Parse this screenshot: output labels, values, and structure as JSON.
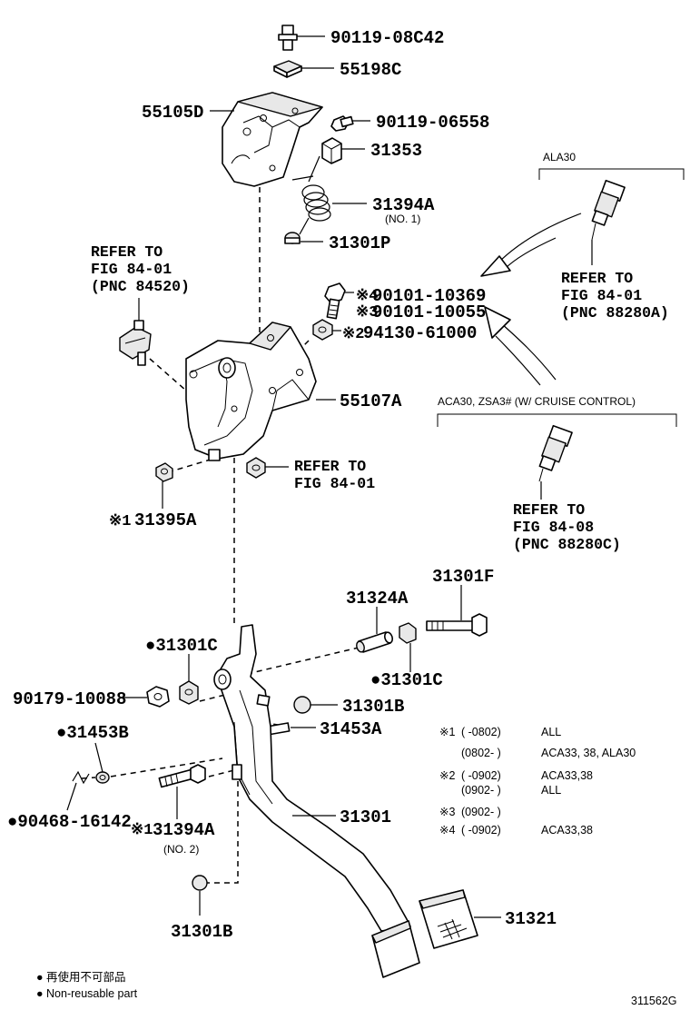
{
  "parts": {
    "p_90119_08c42": "90119-08C42",
    "p_55198c": "55198C",
    "p_55105d": "55105D",
    "p_90119_06558": "90119-06558",
    "p_31353": "31353",
    "p_31394a_top": "31394A",
    "p_31394a_top_sub": "(NO. 1)",
    "p_31301p": "31301P",
    "p_90101_10369": "90101-10369",
    "p_90101_10369_mark": "※4",
    "p_90101_10055": "90101-10055",
    "p_90101_10055_mark": "※3",
    "p_94130_61000": "94130-61000",
    "p_94130_61000_mark": "※2",
    "p_55107a": "55107A",
    "p_31395a": "31395A",
    "p_31395a_mark": "※1",
    "p_31301f": "31301F",
    "p_31324a": "31324A",
    "p_31301c_left": "●31301C",
    "p_31301c_right": "●31301C",
    "p_90179_10088": "90179-10088",
    "p_31301b_mid": "31301B",
    "p_31453b": "●31453B",
    "p_31453a": "31453A",
    "p_90468_16142": "●90468-16142",
    "p_31394a_bot": "31394A",
    "p_31394a_bot_mark": "※1",
    "p_31394a_bot_sub": "(NO. 2)",
    "p_31301": "31301",
    "p_31301b_bot": "31301B",
    "p_31321": "31321"
  },
  "refs": {
    "left": [
      "REFER TO",
      "FIG 84-01",
      "(PNC 84520)"
    ],
    "mid": [
      "REFER TO",
      "FIG 84-01"
    ],
    "ala": [
      "REFER TO",
      "FIG 84-01",
      "(PNC 88280A)"
    ],
    "cruise": [
      "REFER TO",
      "FIG 84-08",
      "(PNC 88280C)"
    ]
  },
  "groups": {
    "ala30": "ALA30",
    "cruise": "ACA30, ZSA3# (W/ CRUISE CONTROL)"
  },
  "notes": [
    {
      "mark": "※1",
      "range": "(       -0802)",
      "models": "ALL"
    },
    {
      "mark": "",
      "range": "(0802-       )",
      "models": "ACA33, 38, ALA30"
    },
    {
      "mark": "※2",
      "range": "(       -0902)",
      "models": "ACA33,38"
    },
    {
      "mark": "",
      "range": "(0902-       )",
      "models": "ALL"
    },
    {
      "mark": "※3",
      "range": "(0902-       )",
      "models": ""
    },
    {
      "mark": "※4",
      "range": "(       -0902)",
      "models": "ACA33,38"
    }
  ],
  "legend": {
    "line1": "● 再使用不可部品",
    "line2": "● Non-reusable part"
  },
  "figure_id": "311562G"
}
